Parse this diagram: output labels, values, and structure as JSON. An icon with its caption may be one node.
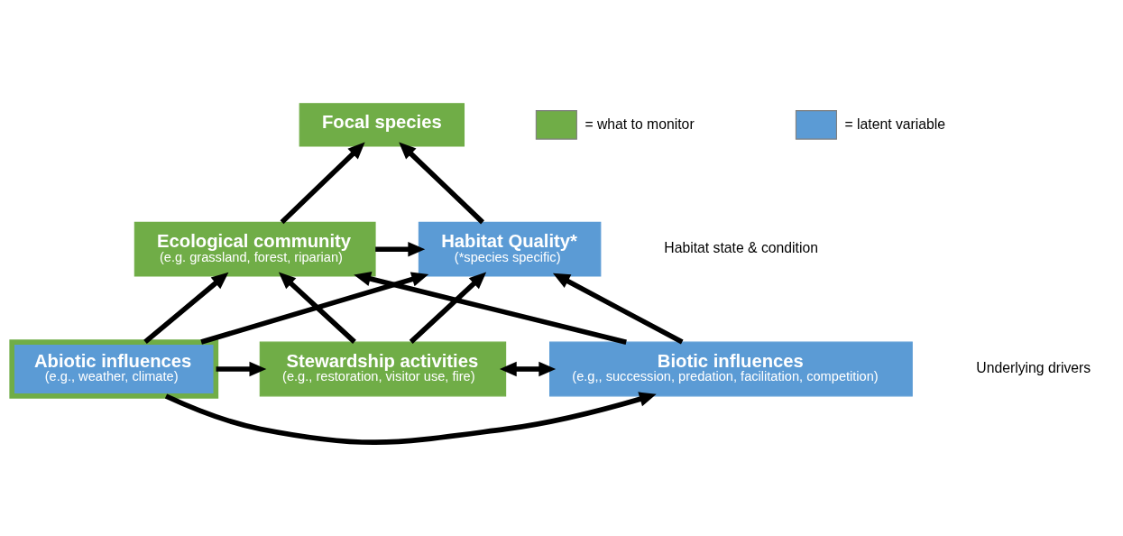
{
  "diagram": {
    "nodes": [
      {
        "text": [
          "Focal species"
        ]
      },
      {
        "text": [
          "Ecological community",
          "(e.g. grassland, forest, riparian)"
        ]
      },
      {
        "text": [
          "Habitat Quality*",
          "(*species specific)"
        ]
      },
      {
        "text": [
          "Stewardship activities",
          "(e.g., restoration, visitor use, fire)"
        ]
      },
      {
        "text": [
          "Biotic influences",
          "(e.g,, succession, predation, facilitation, competition)"
        ]
      },
      {
        "text": [
          "Abiotic influences",
          "(e.g., weather, climate)"
        ]
      }
    ],
    "edges": [
      {
        "from": 1,
        "to": 0,
        "arrow": "to"
      },
      {
        "from": 2,
        "to": 0,
        "arrow": "to"
      },
      {
        "from": 1,
        "to": 2,
        "arrow": "to"
      },
      {
        "from": 3,
        "to": 1,
        "arrow": "to"
      },
      {
        "from": 3,
        "to": 2,
        "arrow": "to"
      },
      {
        "from": 4,
        "to": 1,
        "arrow": "to"
      },
      {
        "from": 4,
        "to": 2,
        "arrow": "to"
      },
      {
        "from": 5,
        "to": 1,
        "arrow": "to"
      },
      {
        "from": 5,
        "to": 2,
        "arrow": "to"
      },
      {
        "from": 3,
        "to": 4,
        "arrow": "both"
      },
      {
        "from": 5,
        "to": 4,
        "arrow": "to"
      },
      {
        "from": 5,
        "to": 3,
        "arrow": "to"
      }
    ],
    "labels": [
      "Habitat state & condition",
      "Underlying drivers"
    ],
    "legend": [
      {
        "text": "= what to monitor",
        "color": "#70ad47"
      },
      {
        "text": "= latent variable",
        "color": "#5b9bd5"
      }
    ]
  }
}
